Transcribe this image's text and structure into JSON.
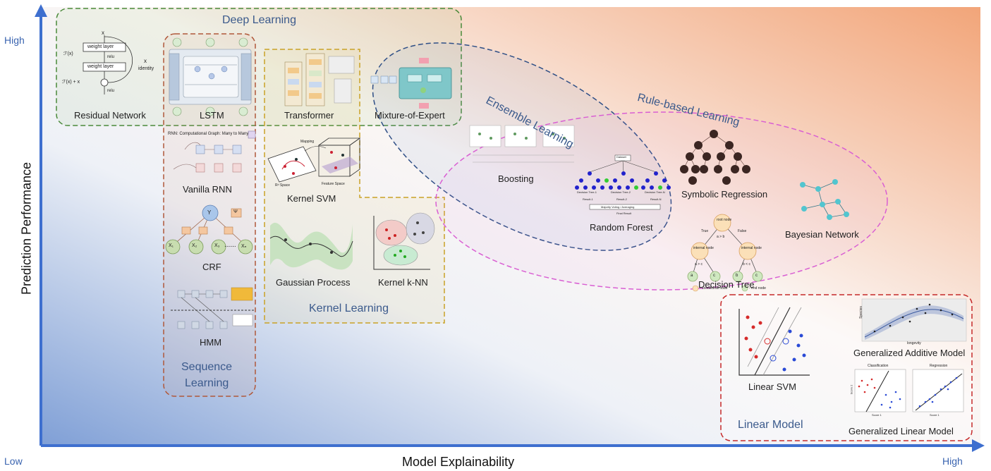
{
  "axes": {
    "y_label": "Prediction Performance",
    "x_label": "Model Explainability",
    "y_high": "High",
    "x_low": "Low",
    "x_high": "High"
  },
  "groups": {
    "deep": "Deep Learning",
    "ensemble": "Ensemble Learning",
    "rule": "Rule-based Learning",
    "sequence_1": "Sequence",
    "sequence_2": "Learning",
    "kernel": "Kernel Learning",
    "linear": "Linear Model"
  },
  "models": {
    "residual": "Residual Network",
    "lstm": "LSTM",
    "transformer": "Transformer",
    "moe": "Mixture-of-Expert",
    "vanilla_rnn": "Vanilla RNN",
    "kernel_svm": "Kernel SVM",
    "crf": "CRF",
    "gaussian": "Gaussian Process",
    "knn": "Kernel k-NN",
    "hmm": "HMM",
    "boosting": "Boosting",
    "random_forest": "Random Forest",
    "symbolic": "Symbolic Regression",
    "bayesian": "Bayesian Network",
    "decision_tree": "Decision Tree",
    "linear_svm": "Linear SVM",
    "gam": "Generalized Additive Model",
    "glm": "Generalized Linear Model"
  },
  "thumbnails": {
    "residual": {
      "x": "x",
      "fx": "ℱ(x)",
      "weight1": "weight layer",
      "relu1": "relu",
      "weight2": "weight layer",
      "fxx": "ℱ(x) + x",
      "relu2": "relu",
      "identity_x": "x",
      "identity": "identity"
    },
    "rnn": {
      "title": "RNN: Computational Graph: Many to Many"
    },
    "kernel_svm": {
      "mapping": "Mapping",
      "rd": "Rᵈ Space",
      "feature": "Feature Space"
    },
    "crf": {
      "y": "Y",
      "psi": "Ψ",
      "x1": "X₁",
      "x2": "X₂",
      "x3": "X₃",
      "xn": "Xₙ",
      "dots": "......"
    },
    "random_forest": {
      "dataset": "Dataset",
      "t1": "Decision Tree-1",
      "t2": "Decision Tree-2",
      "tn": "Decision Tree-N",
      "r1": "Result-1",
      "r2": "Result-2",
      "rn": "Result-N",
      "vote": "Majority Voting / Averaging",
      "final": "Final Result"
    },
    "decision_tree": {
      "root": "root node",
      "ab": "a > b",
      "true": "True",
      "false": "False",
      "internal": "internal node",
      "ac": "a > c",
      "bc": "b < c",
      "a": "a",
      "c": "c",
      "b": "b",
      "legend_cond": "- conditional node",
      "legend_end": "- end node"
    },
    "gam_panel": {
      "y": "Species",
      "x": "longevity"
    },
    "glm_panel": {
      "c_title": "Classification",
      "r_title": "Regression",
      "s1": "Score 1",
      "s2": "Score 2"
    }
  },
  "colors": {
    "deep": "#4a8a3a",
    "sequence": "#b0583a",
    "kernel": "#c9a227",
    "ensemble": "#2f4f86",
    "rule": "#d95fd3",
    "linear": "#c62a2a",
    "axis": "#3e6fcf"
  }
}
